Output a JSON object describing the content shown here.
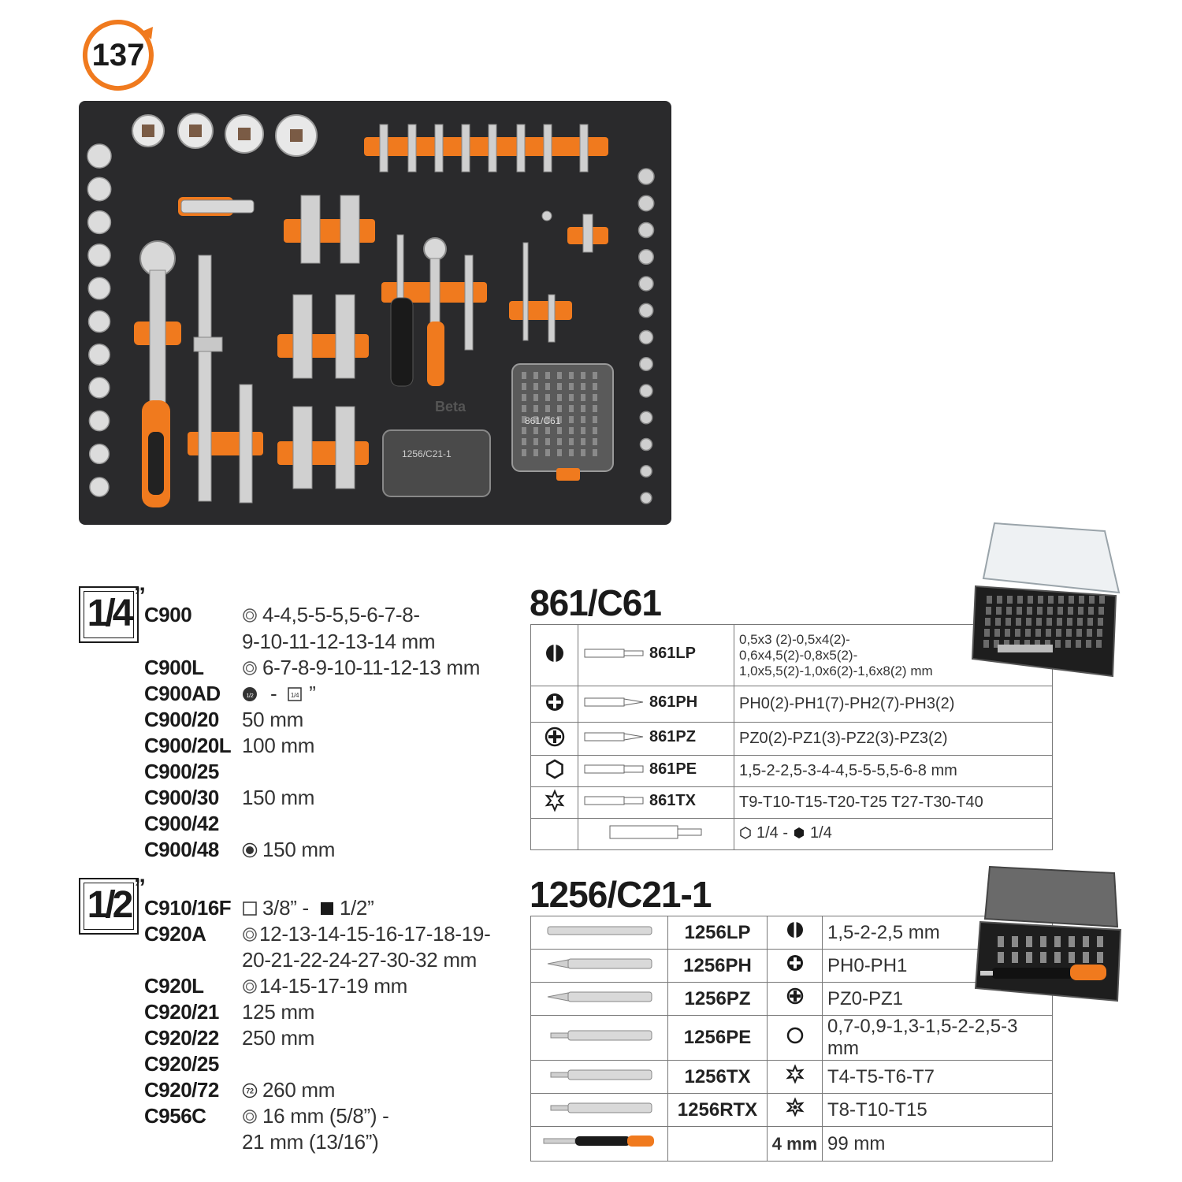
{
  "badge": {
    "count": "137"
  },
  "tray": {
    "brand": "Beta",
    "box_labels": [
      "1256/C21-1",
      "861/C61"
    ]
  },
  "quarter_inch": {
    "drive": "1/4",
    "inch_mark": "”",
    "items": [
      {
        "code": "C900",
        "desc": "4-4,5-5-5,5-6-7-8-",
        "desc2": "9-10-11-12-13-14 mm",
        "icon": "hex-socket-icon"
      },
      {
        "code": "C900L",
        "desc": "6-7-8-9-10-11-12-13 mm",
        "icon": "hex-socket-icon"
      },
      {
        "code": "C900AD",
        "desc": "-",
        "mark_a": "1/2",
        "mark_b": "1/4",
        "inch": "”"
      },
      {
        "code": "C900/20",
        "desc": "50 mm"
      },
      {
        "code": "C900/20L",
        "desc": "100 mm"
      },
      {
        "code": "C900/25",
        "desc": ""
      },
      {
        "code": "C900/30",
        "desc": "150 mm"
      },
      {
        "code": "C900/42",
        "desc": ""
      },
      {
        "code": "C900/48",
        "desc": "150 mm",
        "icon": "ratchet-icon"
      }
    ]
  },
  "half_inch": {
    "drive": "1/2",
    "inch_mark": "”",
    "items": [
      {
        "code": "C910/16F",
        "desc": "3/8” -",
        "desc_b": "1/2”"
      },
      {
        "code": "C920A",
        "desc": "12-13-14-15-16-17-18-19-",
        "desc2": "20-21-22-24-27-30-32 mm",
        "icon": "hex-socket-icon"
      },
      {
        "code": "C920L",
        "desc": "14-15-17-19 mm",
        "icon": "hex-socket-icon"
      },
      {
        "code": "C920/21",
        "desc": "125 mm"
      },
      {
        "code": "C920/22",
        "desc": "250 mm"
      },
      {
        "code": "C920/25",
        "desc": ""
      },
      {
        "code": "C920/72",
        "desc": "260 mm",
        "icon": "ratchet-icon",
        "icon_label": "72"
      },
      {
        "code": "C956C",
        "desc": "16 mm (5/8”) -",
        "desc2": "21 mm (13/16”)",
        "icon": "hex-socket-icon"
      }
    ]
  },
  "table_861": {
    "title": "861/C61",
    "rows": [
      {
        "icon": "slotted-icon",
        "code": "861LP",
        "desc": "0,5x3 (2)-0,5x4(2)-",
        "desc2": "0,6x4,5(2)-0,8x5(2)-",
        "desc3": "1,0x5,5(2)-1,0x6(2)-1,6x8(2) mm"
      },
      {
        "icon": "phillips-icon",
        "code": "861PH",
        "desc": "PH0(2)-PH1(7)-PH2(7)-PH3(2)"
      },
      {
        "icon": "pozidriv-icon",
        "code": "861PZ",
        "desc": "PZ0(2)-PZ1(3)-PZ2(3)-PZ3(2)"
      },
      {
        "icon": "hex-icon",
        "code": "861PE",
        "desc": "1,5-2-2,5-3-4-4,5-5-5,5-6-8 mm"
      },
      {
        "icon": "torx-icon",
        "code": "861TX",
        "desc": "T9-T10-T15-T20-T25 T27-T30-T40"
      },
      {
        "icon": "",
        "code": "",
        "desc": "1/4 -",
        "desc_b": "1/4"
      }
    ]
  },
  "table_1256": {
    "title": "1256/C21-1",
    "rows": [
      {
        "code": "1256LP",
        "icon": "slotted-icon",
        "desc": "1,5-2-2,5 mm"
      },
      {
        "code": "1256PH",
        "icon": "phillips-icon",
        "desc": "PH0-PH1"
      },
      {
        "code": "1256PZ",
        "icon": "pozidriv-icon",
        "desc": "PZ0-PZ1"
      },
      {
        "code": "1256PE",
        "icon": "hex-icon",
        "desc": "0,7-0,9-1,3-1,5-2-2,5-3 mm"
      },
      {
        "code": "1256TX",
        "icon": "torx-icon",
        "desc": "T4-T5-T6-T7"
      },
      {
        "code": "1256RTX",
        "icon": "torx-tamper-icon",
        "desc": "T8-T10-T15"
      },
      {
        "code": "",
        "icon": "",
        "sym_text": "4 mm",
        "desc": "99 mm"
      }
    ]
  },
  "colors": {
    "orange": "#f07a1e",
    "foam": "#2a2a2c",
    "chrome": "#d9d9d9"
  }
}
